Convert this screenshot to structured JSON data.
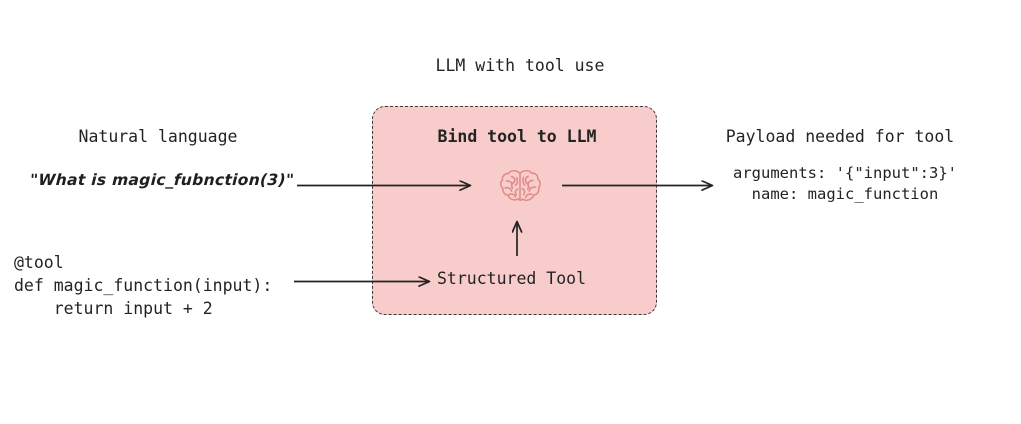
{
  "diagram": {
    "title": "LLM with tool use",
    "background_color": "#ffffff",
    "text_color": "#232323"
  },
  "left_column": {
    "heading": "Natural language",
    "user_quote": "\"What is magic_fubnction(3)\"",
    "tool_code": "@tool\ndef magic_function(input):\n    return input + 2"
  },
  "center_box": {
    "heading": "Bind tool to LLM",
    "fill_color": "#f8cccb",
    "border_color": "#3a3a3a",
    "border_style": "dashed",
    "brain_icon_name": "brain-icon",
    "brain_icon_color": "#e08a86",
    "structured_tool_label": "Structured Tool"
  },
  "right_column": {
    "heading": "Payload needed for tool",
    "payload_lines": "arguments: '{\"input\":3}'\nname: magic_function"
  },
  "arrows": [
    {
      "name": "arrow-quote-to-llm",
      "from": "user_quote",
      "to": "brain"
    },
    {
      "name": "arrow-code-to-structured-tool",
      "from": "tool_code",
      "to": "structured_tool"
    },
    {
      "name": "arrow-structured-tool-to-brain",
      "from": "structured_tool",
      "to": "brain"
    },
    {
      "name": "arrow-llm-to-payload",
      "from": "brain",
      "to": "payload"
    }
  ]
}
